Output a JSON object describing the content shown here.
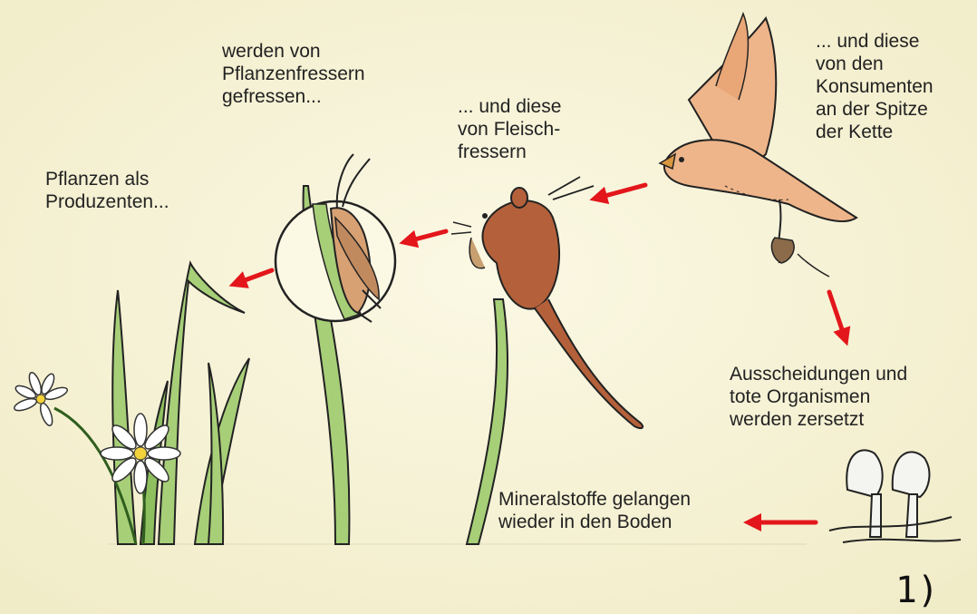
{
  "labels": {
    "producers": "Pflanzen als\nProduzenten...",
    "herbivores": "werden von\nPflanzenfressern\ngefressen...",
    "carnivores": "... und diese\nvon Fleisch-\nfressern",
    "top_consumers": "... und diese\nvon den\nKonsumenten\nan der Spitze\nder Kette",
    "decomposition": "Ausscheidungen und\ntote Organismen\nwerden zersetzt",
    "minerals": "Mineralstoffe gelangen\nwieder in den Boden"
  },
  "figure_number": "1)",
  "colors": {
    "background": "#f6f2d2",
    "arrow": "#e3161b",
    "grass": "#a7cf78",
    "mouse": "#b4613b",
    "hawk": "#eeb58a"
  }
}
